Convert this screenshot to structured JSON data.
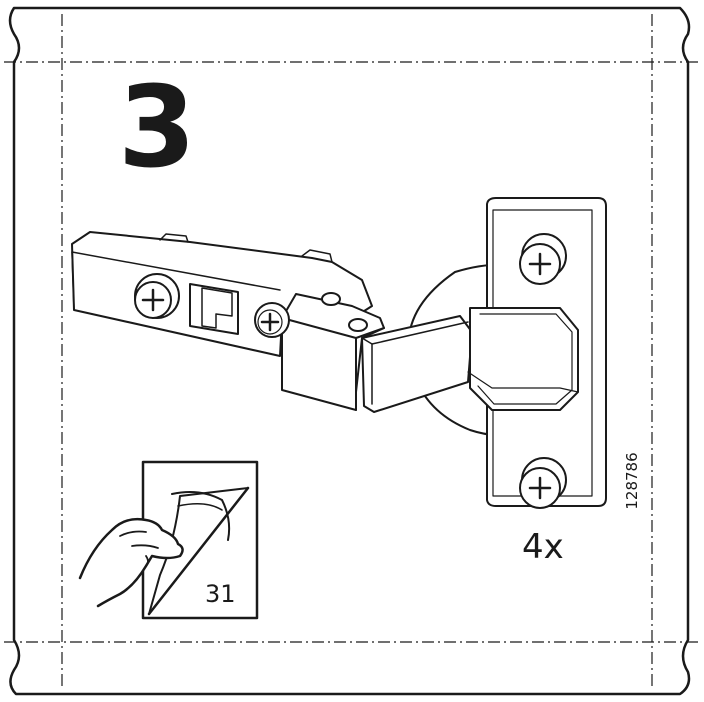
{
  "step": {
    "number": "3"
  },
  "part": {
    "quantity_label": "4x",
    "part_number": "128786"
  },
  "page_reference": {
    "page": "31"
  },
  "icons": [
    "hinge-icon",
    "screw-icon",
    "page-turn-hand-icon"
  ],
  "colors": {
    "line": "#1a1a1a",
    "background": "#ffffff"
  }
}
